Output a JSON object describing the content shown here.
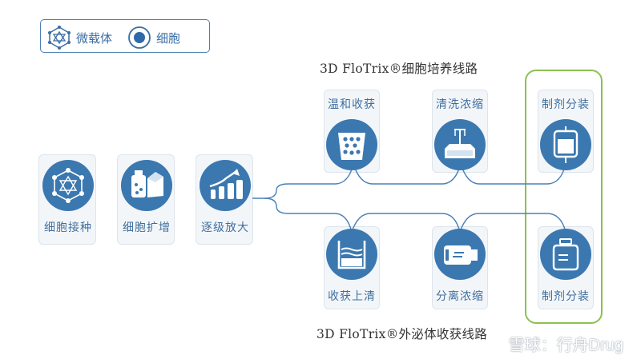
{
  "legend": {
    "microcarrier_label": "微载体",
    "cell_label": "细胞"
  },
  "titles": {
    "cell_line": "3D FloTrix®细胞培养线路",
    "exosome_line": "3D FloTrix®外泌体收获线路"
  },
  "left_steps": [
    {
      "label": "细胞接种",
      "icon": "microcarrier-seeding-icon"
    },
    {
      "label": "细胞扩增",
      "icon": "bioreactor-bottles-icon"
    },
    {
      "label": "逐级放大",
      "icon": "scale-up-chart-icon"
    }
  ],
  "upper_steps": [
    {
      "label": "温和收获",
      "icon": "gentle-harvest-icon"
    },
    {
      "label": "清洗浓缩",
      "icon": "wash-concentrate-icon"
    },
    {
      "label": "制剂分装",
      "icon": "infusion-bag-icon"
    }
  ],
  "lower_steps": [
    {
      "label": "收获上清",
      "icon": "supernatant-beaker-icon"
    },
    {
      "label": "分离浓缩",
      "icon": "separation-device-icon"
    },
    {
      "label": "制剂分装",
      "icon": "vial-bottle-icon"
    }
  ],
  "colors": {
    "node_blue": "#3b78b0",
    "line_blue": "#4a80b8",
    "highlight_green": "#8cc152"
  },
  "watermark": "雪球：行舟Drug"
}
